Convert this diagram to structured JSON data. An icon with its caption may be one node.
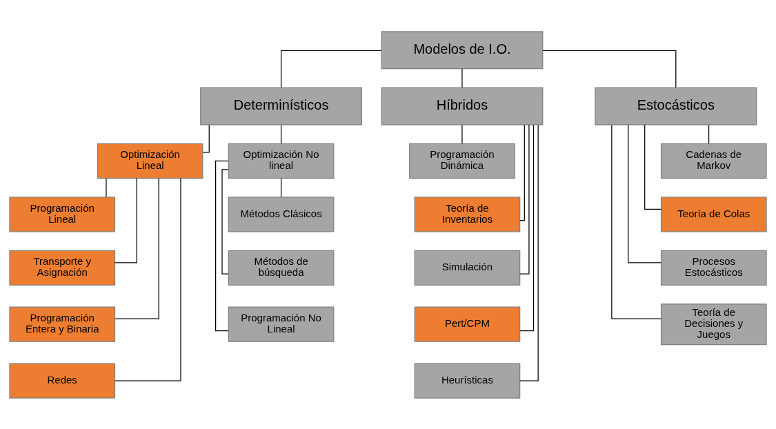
{
  "diagram": {
    "nodes": [
      {
        "text": [
          "Modelos de I.O."
        ]
      },
      {
        "text": [
          "Determinísticos"
        ]
      },
      {
        "text": [
          "Híbridos"
        ]
      },
      {
        "text": [
          "Estocásticos"
        ]
      },
      {
        "text": [
          "Optimización Lineal"
        ]
      },
      {
        "text": [
          "Optimización No lineal"
        ]
      },
      {
        "text": [
          "Programación Lineal"
        ]
      },
      {
        "text": [
          "Transporte y Asignación"
        ]
      },
      {
        "text": [
          "Programación Entera y Binaria"
        ]
      },
      {
        "text": [
          "Redes"
        ]
      },
      {
        "text": [
          "Métodos Clásicos"
        ]
      },
      {
        "text": [
          "Métodos de búsqueda"
        ]
      },
      {
        "text": [
          "Programación No Lineal"
        ]
      },
      {
        "text": [
          "Programación Dinámica"
        ]
      },
      {
        "text": [
          "Teoría de Inventarios"
        ]
      },
      {
        "text": [
          "Simulación"
        ]
      },
      {
        "text": [
          "Pert/CPM"
        ]
      },
      {
        "text": [
          "Heurísticas"
        ]
      },
      {
        "text": [
          "Cadenas de Markov"
        ]
      },
      {
        "text": [
          "Teoría de Colas"
        ]
      },
      {
        "text": [
          "Procesos Estocásticos"
        ]
      },
      {
        "text": [
          "Teoría de Decisiones y Juegos"
        ]
      }
    ],
    "edges": [
      {
        "from": 0,
        "to": 1,
        "arrow": "none"
      },
      {
        "from": 0,
        "to": 2,
        "arrow": "none"
      },
      {
        "from": 0,
        "to": 3,
        "arrow": "none"
      },
      {
        "from": 1,
        "to": 4,
        "arrow": "none"
      },
      {
        "from": 1,
        "to": 5,
        "arrow": "none"
      },
      {
        "from": 4,
        "to": 6,
        "arrow": "none"
      },
      {
        "from": 4,
        "to": 7,
        "arrow": "none"
      },
      {
        "from": 4,
        "to": 8,
        "arrow": "none"
      },
      {
        "from": 4,
        "to": 9,
        "arrow": "none"
      },
      {
        "from": 5,
        "to": 10,
        "arrow": "none"
      },
      {
        "from": 5,
        "to": 11,
        "arrow": "none"
      },
      {
        "from": 5,
        "to": 12,
        "arrow": "none"
      },
      {
        "from": 2,
        "to": 13,
        "arrow": "none"
      },
      {
        "from": 2,
        "to": 14,
        "arrow": "none"
      },
      {
        "from": 2,
        "to": 15,
        "arrow": "none"
      },
      {
        "from": 2,
        "to": 16,
        "arrow": "none"
      },
      {
        "from": 2,
        "to": 17,
        "arrow": "none"
      },
      {
        "from": 3,
        "to": 18,
        "arrow": "none"
      },
      {
        "from": 3,
        "to": 19,
        "arrow": "none"
      },
      {
        "from": 3,
        "to": 20,
        "arrow": "none"
      },
      {
        "from": 3,
        "to": 21,
        "arrow": "none"
      }
    ]
  }
}
